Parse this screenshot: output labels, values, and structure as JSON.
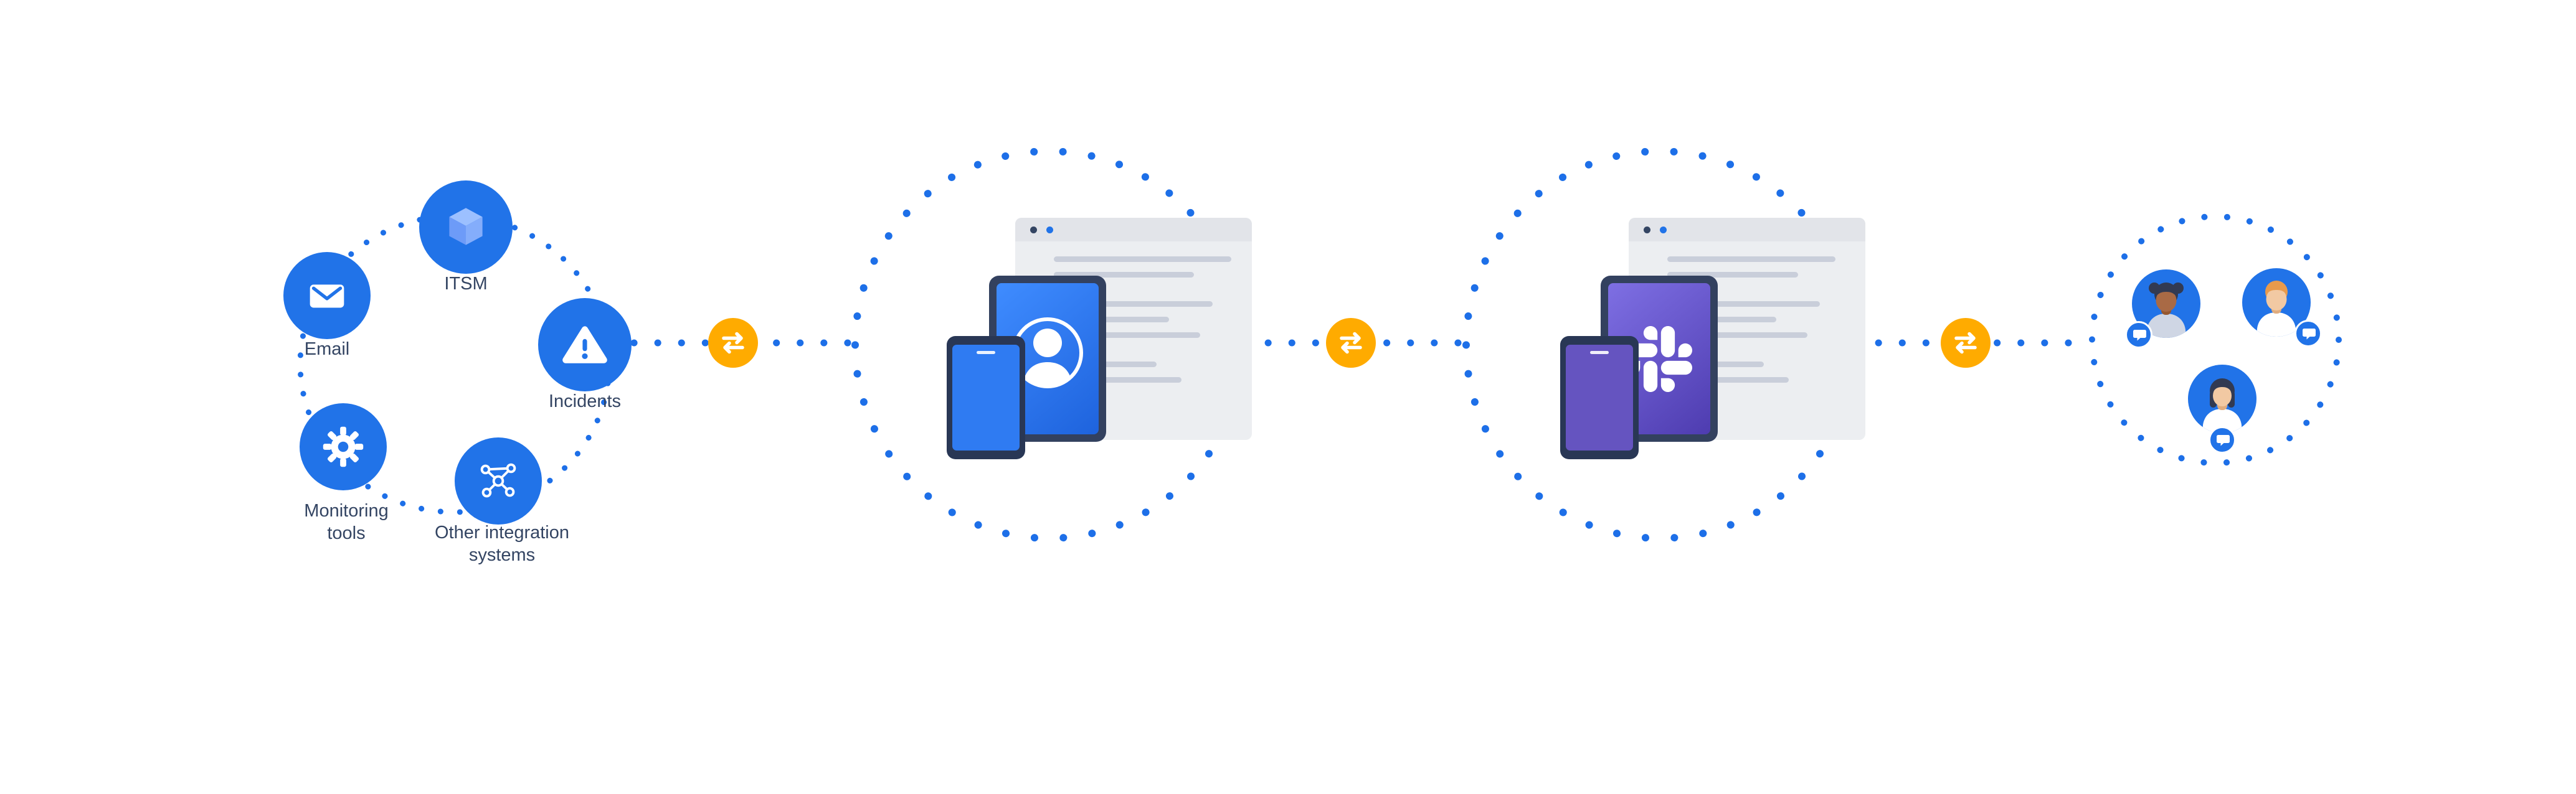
{
  "diagram": {
    "colors": {
      "blue": "#2173E8",
      "dot_blue": "#1D6FE8",
      "orange": "#FFAB00",
      "navy": "#344563",
      "label_text": "#344563",
      "device_frame": "#33415F",
      "window_bg": "#ECEEF1",
      "window_header": "#E2E4E9",
      "window_line": "#C9CEDA",
      "screen_blue": "#2F7BF2",
      "screen_purple": "#6554C0",
      "skin_dark": "#A96A45",
      "skin_light": "#F2C9A3",
      "hair_dark": "#323A52",
      "hair_ginger": "#E89A4C"
    },
    "sources": {
      "items": [
        {
          "id": "itsm",
          "label": "ITSM",
          "icon": "cube-icon"
        },
        {
          "id": "email",
          "label": "Email",
          "icon": "envelope-icon"
        },
        {
          "id": "incidents",
          "label": "Incidents",
          "icon": "alert-triangle-icon"
        },
        {
          "id": "monitoring",
          "label": "Monitoring tools",
          "icon": "gear-icon"
        },
        {
          "id": "other",
          "label": "Other integration systems",
          "icon": "network-icon"
        }
      ]
    },
    "connectors": {
      "icon": "swap-arrows-icon",
      "count": 3
    },
    "stages": [
      {
        "id": "alert-app",
        "icon": "user-icon"
      },
      {
        "id": "slack",
        "icon": "slack-logo-icon"
      },
      {
        "id": "team",
        "icon": "team-avatars"
      }
    ]
  }
}
